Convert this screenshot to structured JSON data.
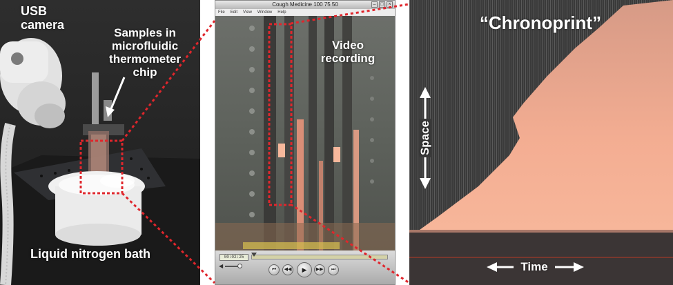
{
  "photo_panel": {
    "usb_camera_label_line1": "USB",
    "usb_camera_label_line2": "camera",
    "samples_label_line1": "Samples in",
    "samples_label_line2": "microfluidic",
    "samples_label_line3": "thermometer",
    "samples_label_line4": "chip",
    "bath_label": "Liquid nitrogen bath"
  },
  "player_panel": {
    "window_title": "Cough Medicine 100 75 50",
    "menu_items": [
      "File",
      "Edit",
      "View",
      "Window",
      "Help"
    ],
    "video_label_line1": "Video",
    "video_label_line2": "recording",
    "timecode": "00:02:25",
    "playback_progress": 0.02
  },
  "chrono_panel": {
    "title": "“Chronoprint”",
    "space_axis_label": "Space",
    "time_axis_label": "Time"
  },
  "colors": {
    "highlight_dashes": "#e0262c",
    "label_text": "#ffffff",
    "chrono_warm": "#f0a48a"
  }
}
